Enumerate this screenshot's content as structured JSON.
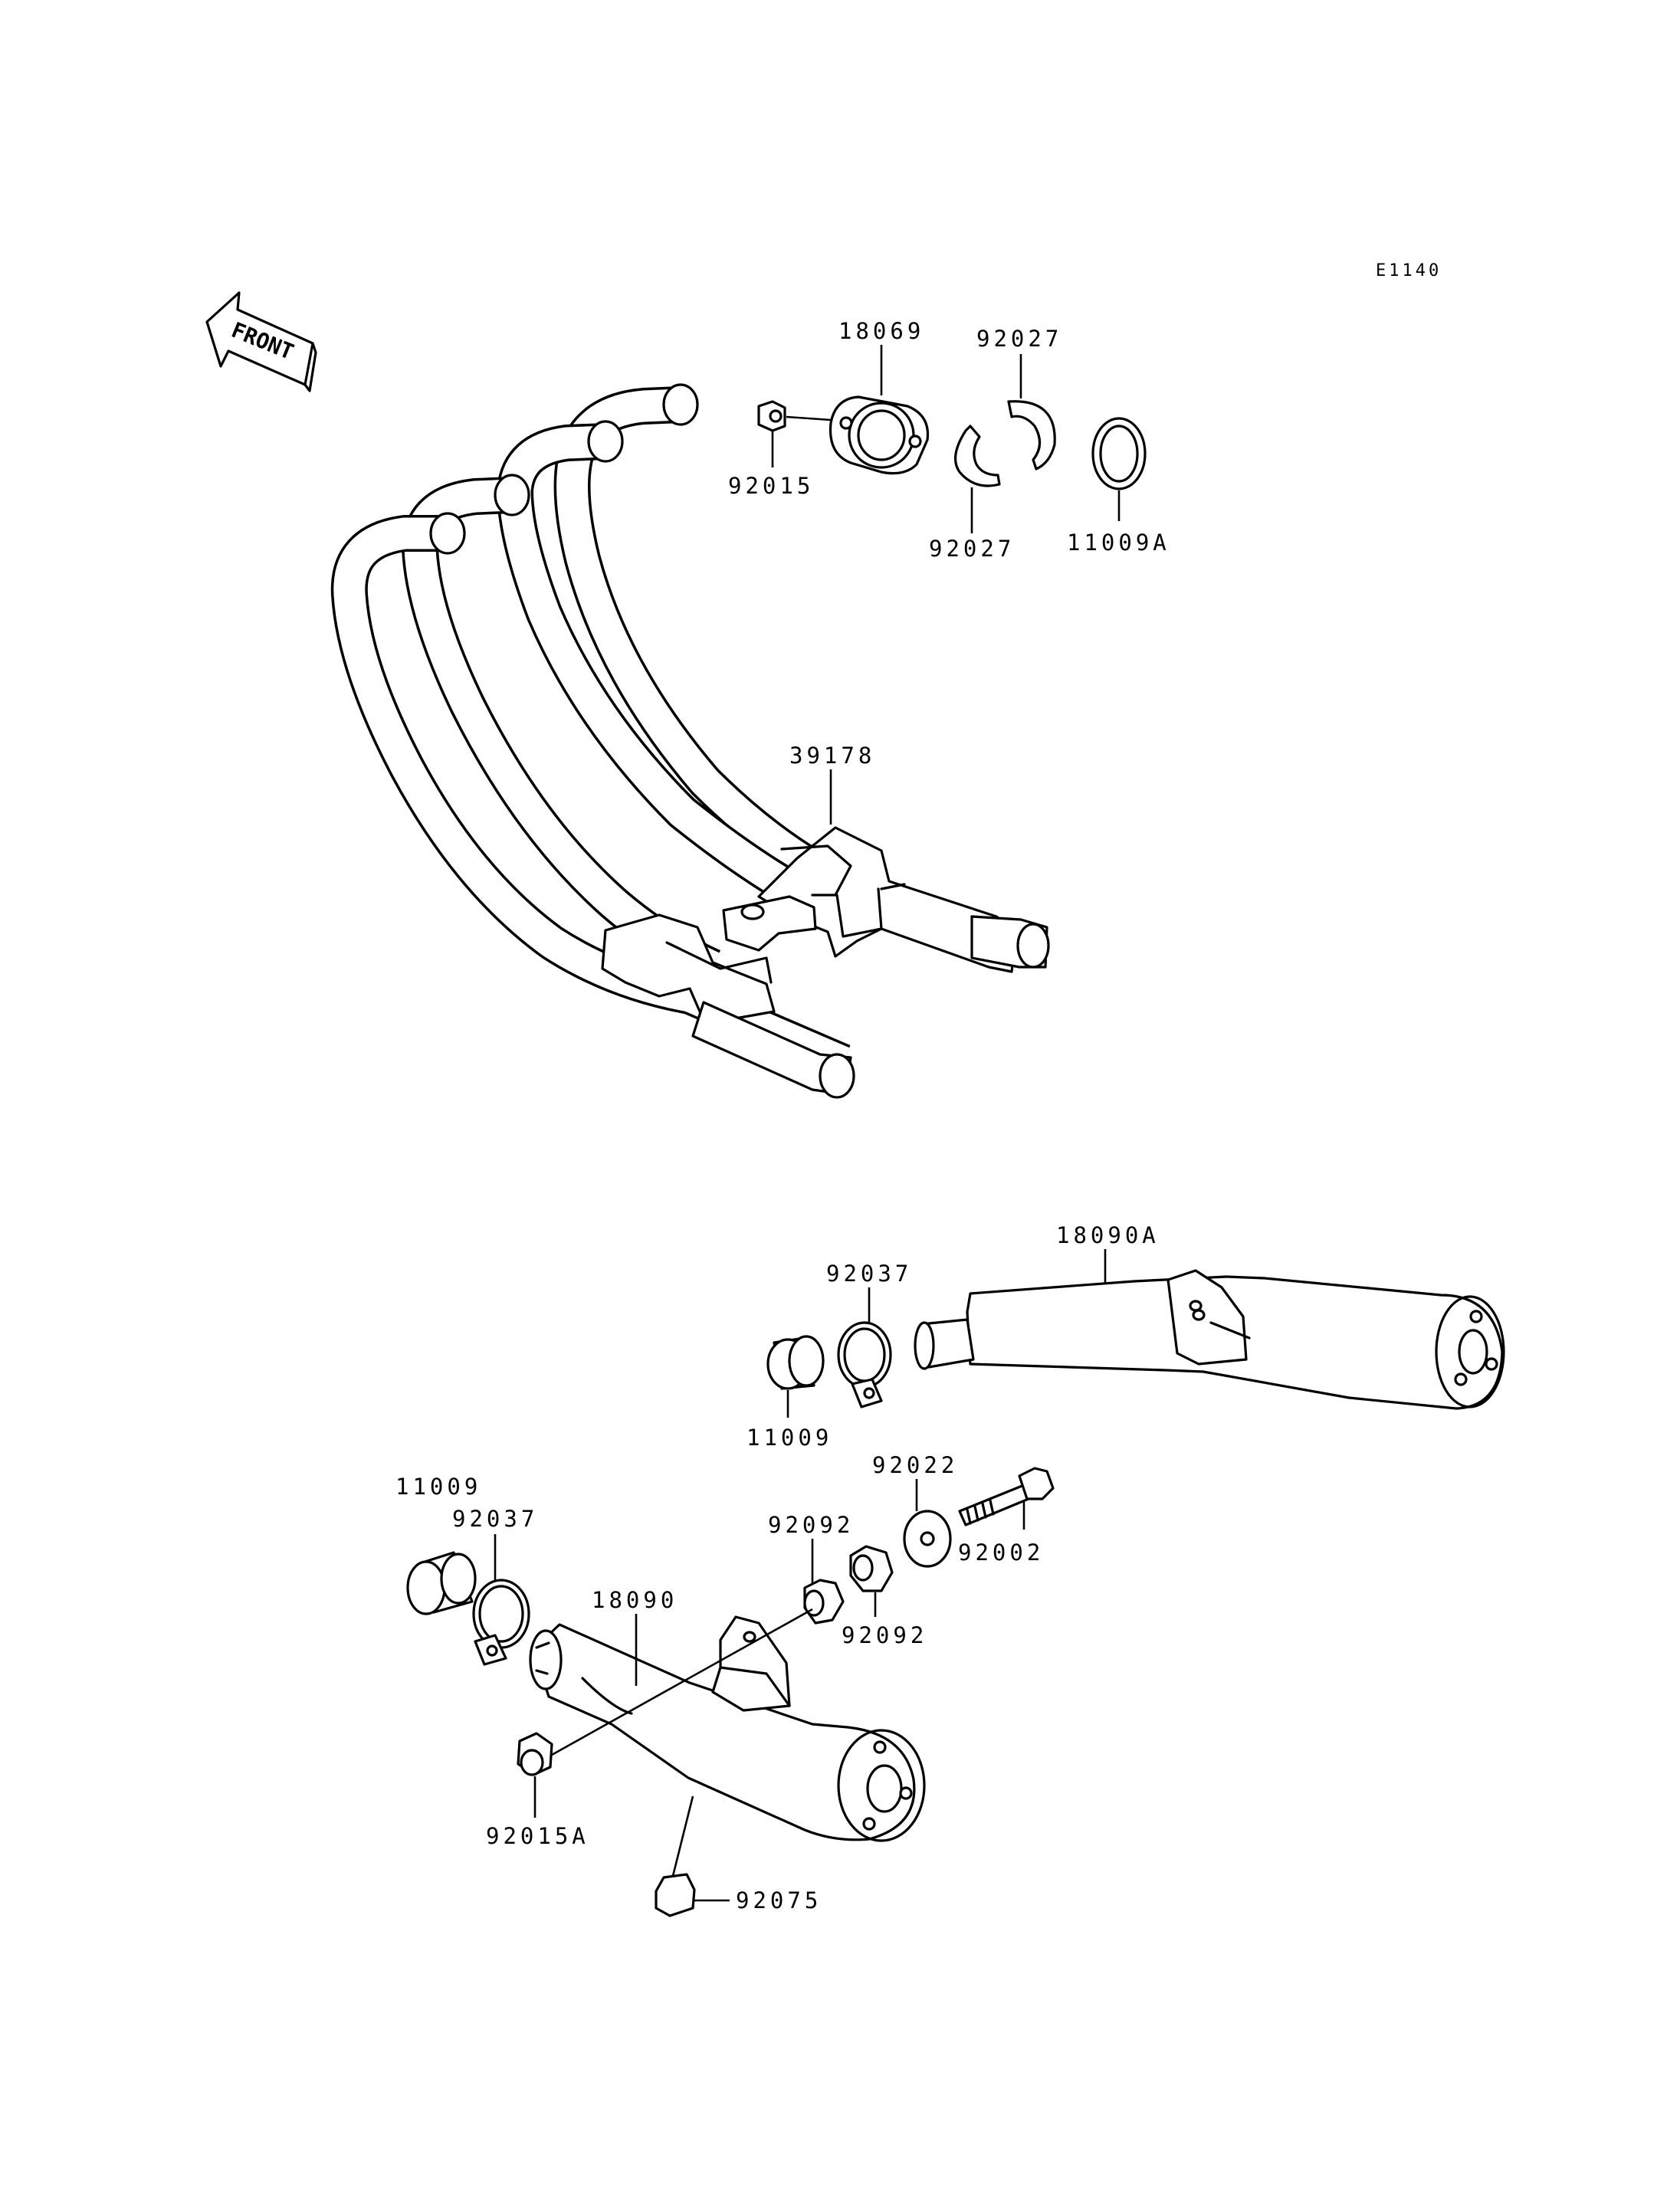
{
  "diagram_code": "E1140",
  "front_arrow": {
    "label": "FRONT",
    "icon": "front-direction-arrow-icon"
  },
  "labels": {
    "p18069": "18069",
    "p92027_top": "92027",
    "p92015": "92015",
    "p92027_bottom": "92027",
    "p11009A": "11009A",
    "p39178": "39178",
    "p18090A": "18090A",
    "p92037_right": "92037",
    "p11009_right": "11009",
    "p92022": "92022",
    "p92002": "92002",
    "p92092_left": "92092",
    "p92092_right": "92092",
    "p11009_left": "11009",
    "p92037_left": "92037",
    "p18090": "18090",
    "p92015A": "92015A",
    "p92075": "92075"
  }
}
